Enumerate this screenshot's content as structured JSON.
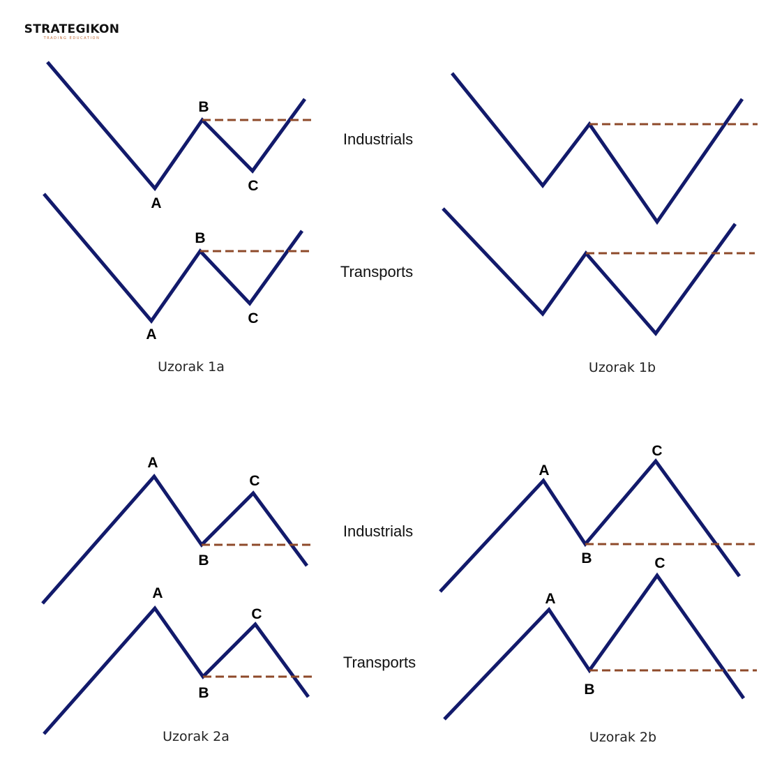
{
  "logo": {
    "name": "STRATEGIKON",
    "tagline": "TRADING EDUCATION"
  },
  "colors": {
    "line": "#121a6b",
    "level": "#8e4a2a"
  },
  "side_labels": {
    "top": "Industrials",
    "bottom": "Transports"
  },
  "patterns": [
    {
      "caption": "Uzorak 1a",
      "charts": [
        {
          "series": "Industrials",
          "points": [
            {
              "label": ""
            },
            {
              "label": "A"
            },
            {
              "label": "B"
            },
            {
              "label": "C"
            },
            {
              "label": ""
            }
          ]
        },
        {
          "series": "Transports",
          "points": [
            {
              "label": ""
            },
            {
              "label": "A"
            },
            {
              "label": "B"
            },
            {
              "label": "C"
            },
            {
              "label": ""
            }
          ]
        }
      ]
    },
    {
      "caption": "Uzorak 1b",
      "charts": [
        {
          "series": "Industrials",
          "points": [
            {
              "label": ""
            },
            {
              "label": ""
            },
            {
              "label": ""
            },
            {
              "label": ""
            },
            {
              "label": ""
            }
          ]
        },
        {
          "series": "Transports",
          "points": [
            {
              "label": ""
            },
            {
              "label": ""
            },
            {
              "label": ""
            },
            {
              "label": ""
            },
            {
              "label": ""
            }
          ]
        }
      ]
    },
    {
      "caption": "Uzorak 2a",
      "charts": [
        {
          "series": "Industrials",
          "points": [
            {
              "label": ""
            },
            {
              "label": "A"
            },
            {
              "label": "B"
            },
            {
              "label": "C"
            },
            {
              "label": ""
            }
          ]
        },
        {
          "series": "Transports",
          "points": [
            {
              "label": ""
            },
            {
              "label": "A"
            },
            {
              "label": "B"
            },
            {
              "label": "C"
            },
            {
              "label": ""
            }
          ]
        }
      ]
    },
    {
      "caption": "Uzorak 2b",
      "charts": [
        {
          "series": "Industrials",
          "points": [
            {
              "label": ""
            },
            {
              "label": "A"
            },
            {
              "label": "B"
            },
            {
              "label": "C"
            },
            {
              "label": ""
            }
          ]
        },
        {
          "series": "Transports",
          "points": [
            {
              "label": ""
            },
            {
              "label": "A"
            },
            {
              "label": "B"
            },
            {
              "label": "C"
            },
            {
              "label": ""
            }
          ]
        }
      ]
    }
  ]
}
